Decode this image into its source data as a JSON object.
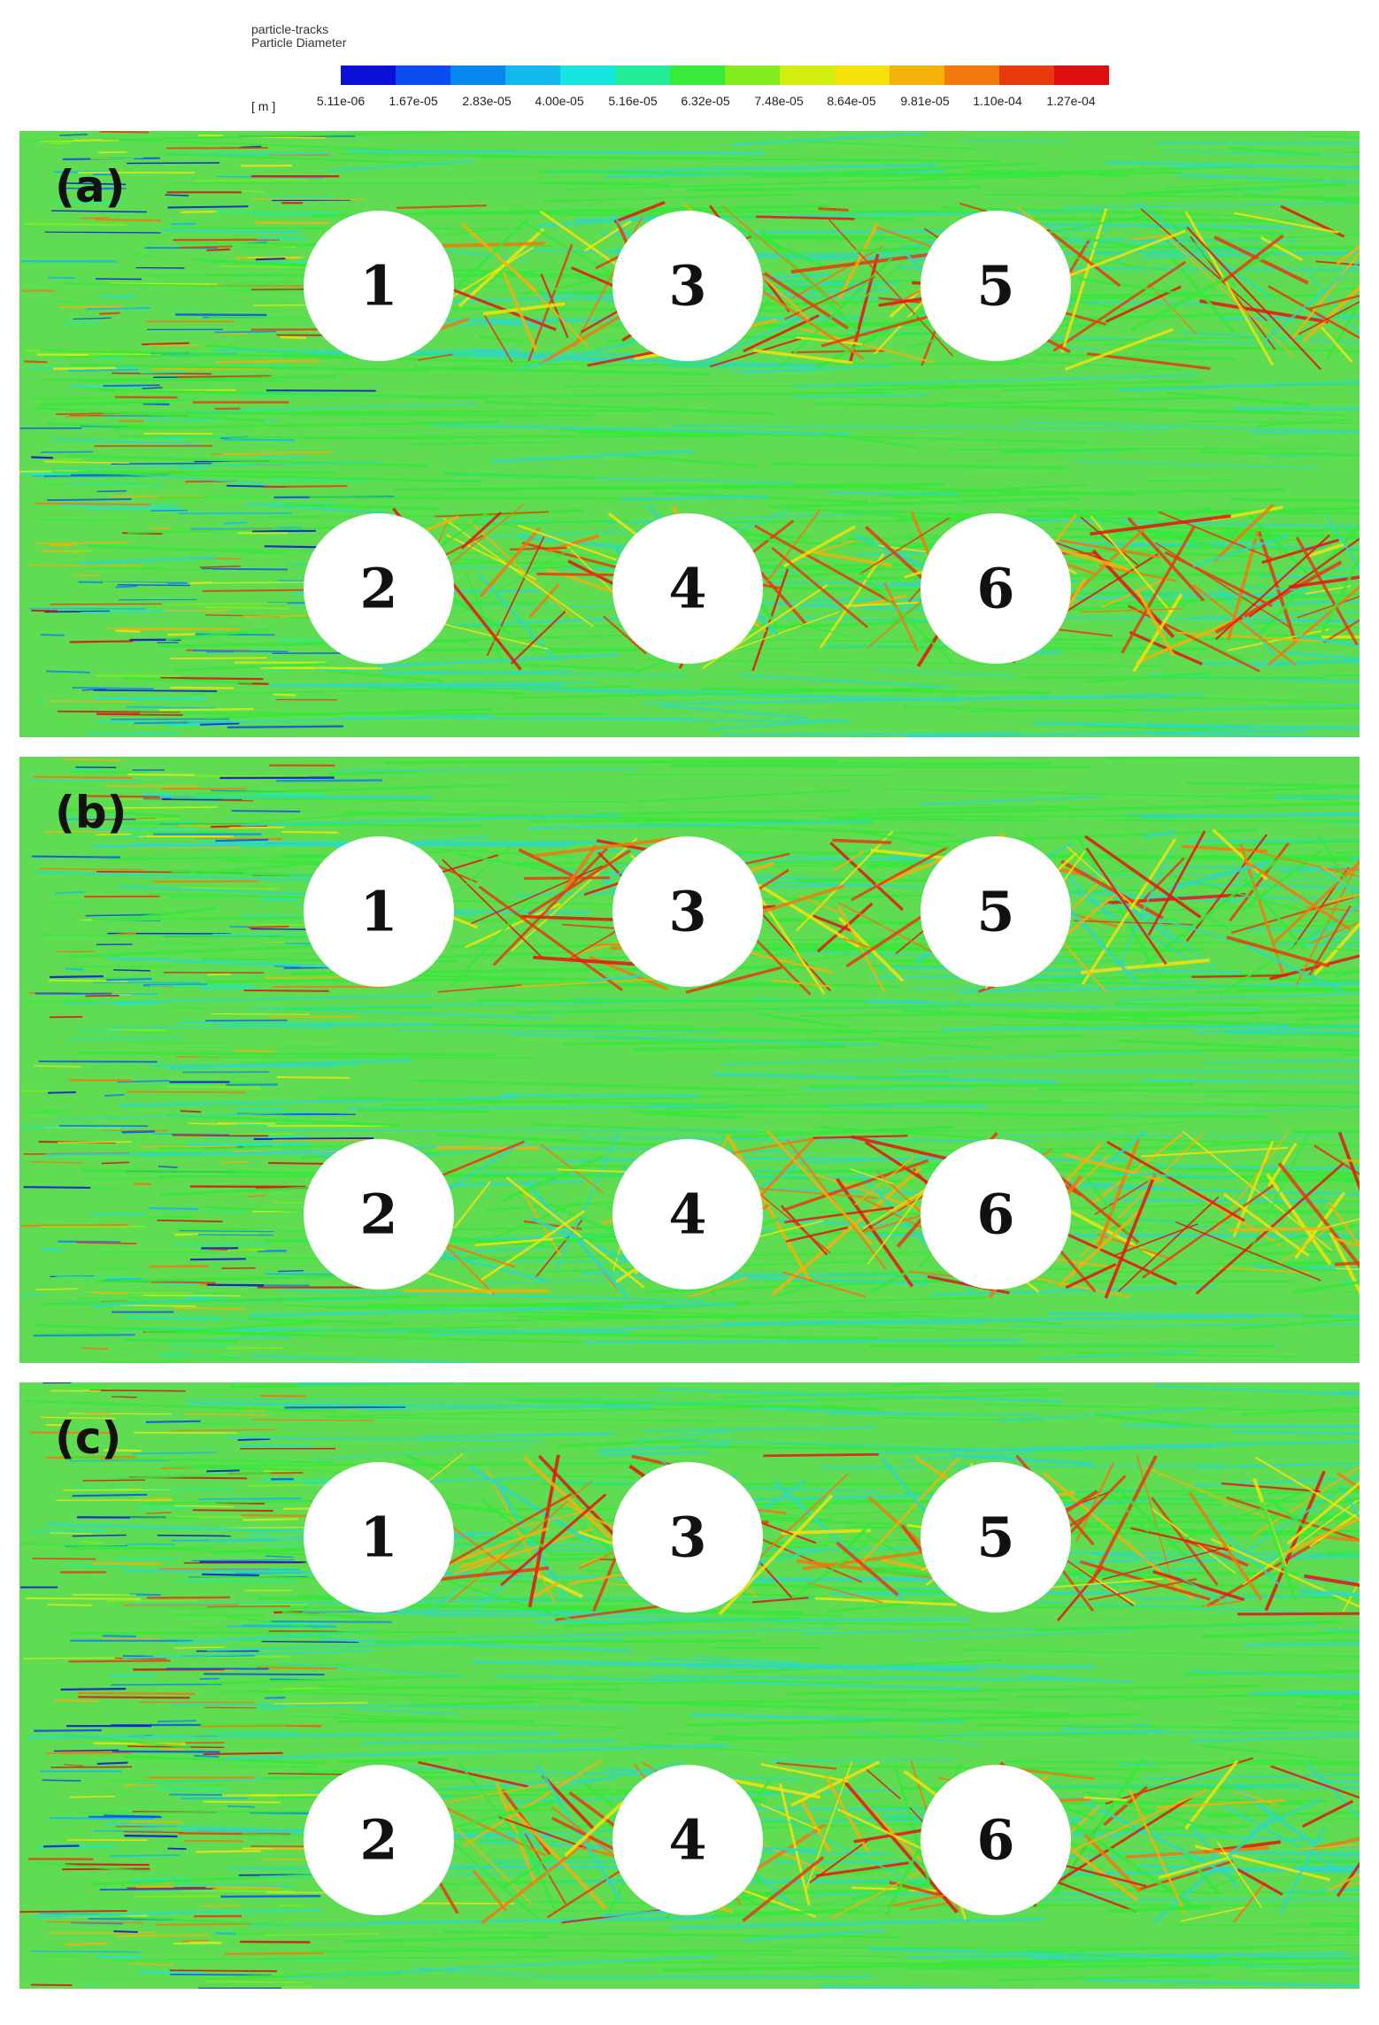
{
  "legend": {
    "title_line1": "particle-tracks",
    "title_line2": "Particle Diameter",
    "unit": "[ m ]",
    "ticks": [
      "5.11e-06",
      "1.67e-05",
      "2.83e-05",
      "4.00e-05",
      "5.16e-05",
      "6.32e-05",
      "7.48e-05",
      "8.64e-05",
      "9.81e-05",
      "1.10e-04",
      "1.27e-04"
    ],
    "colors": [
      "#0a10d8",
      "#0a4cf0",
      "#0a86f0",
      "#12b8ee",
      "#16e6e0",
      "#22ee9a",
      "#38ea3a",
      "#84ec1c",
      "#d2ee10",
      "#f6e20a",
      "#f6b00a",
      "#f2780c",
      "#e83a0e",
      "#dc0e12"
    ]
  },
  "panels": [
    {
      "label": "(a)",
      "cylinders": [
        "1",
        "2",
        "3",
        "4",
        "5",
        "6"
      ]
    },
    {
      "label": "(b)",
      "cylinders": [
        "1",
        "2",
        "3",
        "4",
        "5",
        "6"
      ]
    },
    {
      "label": "(c)",
      "cylinders": [
        "1",
        "2",
        "3",
        "4",
        "5",
        "6"
      ]
    }
  ]
}
